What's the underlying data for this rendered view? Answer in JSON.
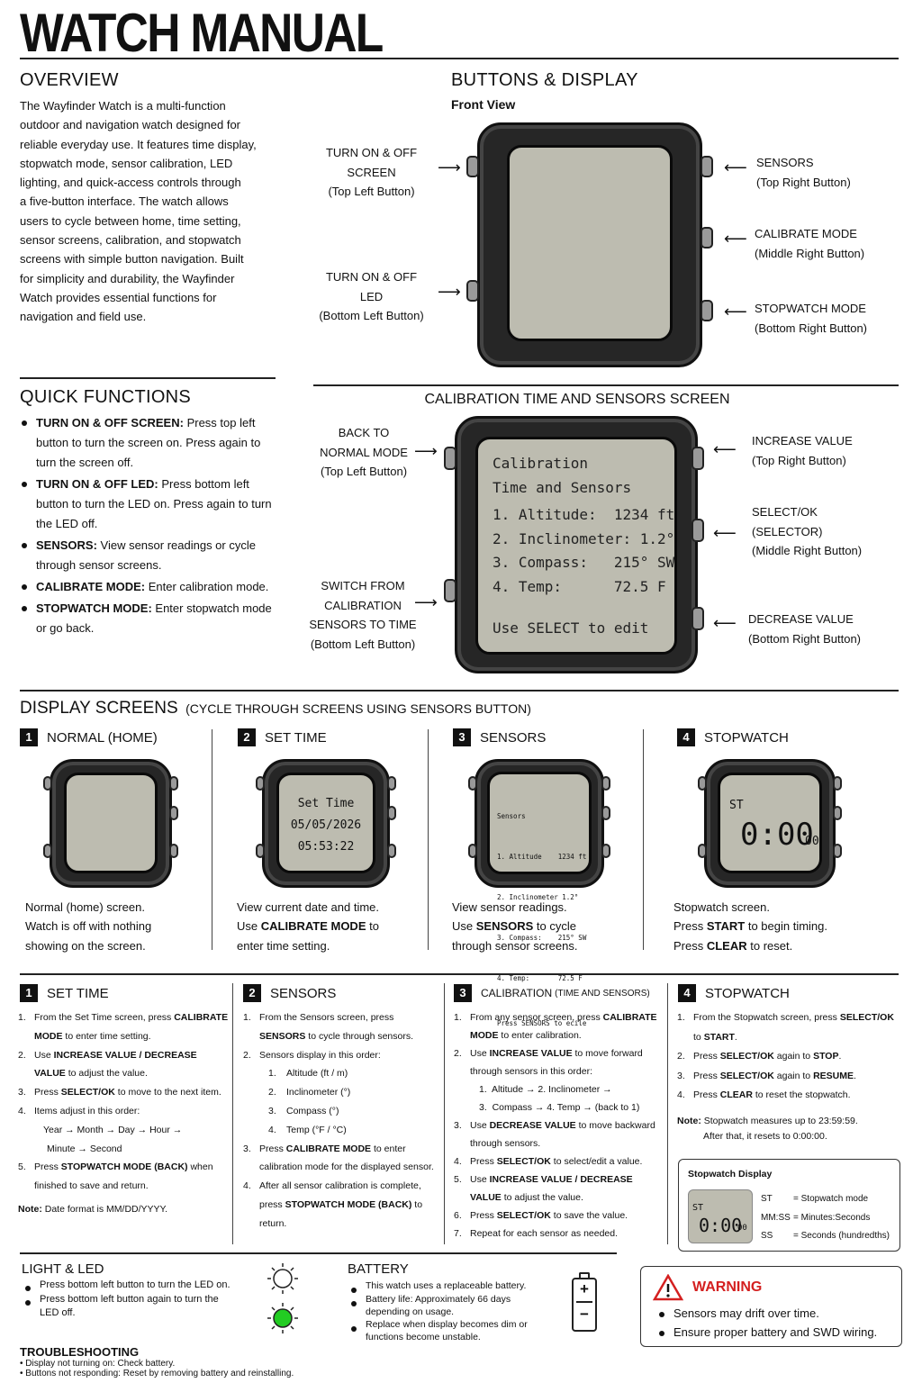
{
  "title": "WATCH MANUAL",
  "overview": {
    "heading": "OVERVIEW",
    "lines": [
      "The Wayfinder Watch is a multi-function",
      "outdoor and navigation watch designed for",
      "reliable everyday use. It features time display,",
      "stopwatch mode, sensor calibration, LED",
      "lighting, and quick-access controls through",
      "a five-button interface. The watch allows",
      "users to cycle between home, time setting,",
      "sensor screens, calibration, and stopwatch",
      "screens with simple button navigation. Built",
      "for simplicity and durability, the Wayfinder",
      "Watch provides essential functions for",
      "navigation and field use."
    ]
  },
  "buttons_display": {
    "heading": "BUTTONS & DISPLAY",
    "subheading": "Front View",
    "left": [
      {
        "lines": [
          "TURN ON & OFF",
          "SCREEN",
          "(Top Left Button)"
        ]
      },
      {
        "lines": [
          "TURN ON & OFF",
          "LED",
          "(Bottom Left Button)"
        ]
      }
    ],
    "right": [
      {
        "lines": [
          "SENSORS",
          "(Top Right Button)"
        ]
      },
      {
        "lines": [
          "CALIBRATE MODE",
          "(Middle Right Button)"
        ]
      },
      {
        "lines": [
          "STOPWATCH MODE",
          "(Bottom Right Button)"
        ]
      }
    ]
  },
  "quick": {
    "heading": "QUICK FUNCTIONS",
    "items": [
      {
        "bold": "TURN ON & OFF SCREEN:",
        "text": " Press top left button to turn the screen on. Press again to turn the screen off."
      },
      {
        "bold": "TURN ON & OFF LED:",
        "text": " Press bottom left button to turn the LED on. Press again to turn the LED off."
      },
      {
        "bold": "SENSORS:",
        "text": " View sensor readings or cycle through sensor screens."
      },
      {
        "bold": "CALIBRATE MODE:",
        "text": " Enter calibration mode."
      },
      {
        "bold": "STOPWATCH MODE:",
        "text": " Enter stopwatch mode or go back."
      }
    ]
  },
  "calib": {
    "heading": "CALIBRATION TIME AND SENSORS SCREEN",
    "screen": {
      "line1": "Calibration",
      "line2": "Time and Sensors",
      "row1": "1. Altitude:  1234 ft",
      "row2": "2. Inclinometer: 1.2°",
      "row3": "3. Compass:   215° SW",
      "row4": "4. Temp:      72.5 F",
      "footer": "Use SELECT to edit"
    },
    "left": [
      {
        "lines": [
          "BACK TO",
          "NORMAL MODE",
          "(Top Left Button)"
        ]
      },
      {
        "lines": [
          "SWITCH FROM",
          "CALIBRATION",
          "SENSORS TO TIME",
          "(Bottom Left Button)"
        ]
      }
    ],
    "right": [
      {
        "lines": [
          "INCREASE VALUE",
          "(Top Right Button)"
        ]
      },
      {
        "lines": [
          "SELECT/OK",
          "(SELECTOR)",
          "(Middle Right Button)"
        ]
      },
      {
        "lines": [
          "DECREASE VALUE",
          "(Bottom Right Button)"
        ]
      }
    ]
  },
  "screens": {
    "heading": "DISPLAY SCREENS",
    "heading_note": "(CYCLE THROUGH SCREENS USING SENSORS BUTTON)",
    "items": [
      {
        "num": "1",
        "title": "NORMAL (HOME)",
        "desc": [
          "Normal (home) screen.",
          "Watch is off with nothing",
          "showing on the screen."
        ]
      },
      {
        "num": "2",
        "title": "SET TIME",
        "screen": [
          "Set Time",
          "05/05/2026",
          "05:53:22"
        ],
        "desc_html": [
          "View current date and time.",
          "Use |CALIBRATE MODE| to",
          "enter time setting."
        ]
      },
      {
        "num": "3",
        "title": "SENSORS",
        "screen": [
          "Sensors",
          "1. Altitude    1234 ft",
          "2. Inclinometer 1.2°",
          "3. Compass:    215° SW",
          "4. Temp:       72.5 F",
          "Press SENSORS to ecile"
        ],
        "desc_html": [
          "View sensor readings.",
          "Use |SENSORS| to cycle",
          "through sensor screens."
        ]
      },
      {
        "num": "4",
        "title": "STOPWATCH",
        "screen": [
          "ST",
          "0:00",
          "00"
        ],
        "desc_html": [
          "Stopwatch screen.",
          "Press |START| to begin timing.",
          "Press |CLEAR| to reset."
        ]
      }
    ]
  },
  "instr": {
    "set_time": {
      "num": "1",
      "title": "SET TIME",
      "steps": [
        "From the Set Time screen, press |CALIBRATE MODE| to enter time setting.",
        "Use |INCREASE VALUE / DECREASE VALUE| to adjust the value.",
        "Press |SELECT/OK| to move to the next item.",
        "Items adjust in this order:",
        "Press |STOPWATCH MODE (BACK)| when finished to save and return."
      ],
      "order1": "Year → Month → Day → Hour →",
      "order2": "Minute → Second",
      "note_label": "Note:",
      "note": " Date format is MM/DD/YYYY."
    },
    "sensors": {
      "num": "2",
      "title": "SENSORS",
      "steps": [
        "From the Sensors screen, press |SENSORS| to cycle through sensors.",
        "Sensors display in this order:",
        "Press |CALIBRATE MODE| to enter calibration mode for the displayed sensor.",
        "After all sensor calibration is complete, press |STOPWATCH MODE (BACK)| to return."
      ],
      "sub": [
        "Altitude (ft / m)",
        "Inclinometer (°)",
        "Compass (°)",
        "Temp (°F / °C)"
      ]
    },
    "calibration": {
      "num": "3",
      "title": "CALIBRATION",
      "title_note": "(TIME AND SENSORS)",
      "steps": [
        "From any sensor screen, press |CALIBRATE MODE| to enter calibration.",
        "Use |INCREASE VALUE| to move forward through sensors in this order:",
        "Use |DECREASE VALUE| to move backward through sensors.",
        "Press |SELECT/OK| to select/edit a value.",
        "Use |INCREASE VALUE / DECREASE VALUE| to adjust the value.",
        "Press |SELECT/OK| to save the value.",
        "Repeat for each sensor as needed."
      ],
      "sub1": "1.  Altitude → 2. Inclinometer →",
      "sub2": "3.  Compass → 4. Temp → (back to 1)"
    },
    "stopwatch": {
      "num": "4",
      "title": "STOPWATCH",
      "steps": [
        "From the Stopwatch screen, press |SELECT/OK| to |START|.",
        "Press |SELECT/OK| again to |STOP|.",
        "Press |SELECT/OK| again to |RESUME|.",
        "Press |CLEAR| to reset the stopwatch."
      ],
      "note_label": "Note:",
      "note1": " Stopwatch measures up to 23:59:59.",
      "note2": "After that, it resets to 0:00:00.",
      "display_title": "Stopwatch Display",
      "display_st": "ST",
      "display_time": "0:00",
      "display_hs": "00",
      "legend": [
        {
          "k": "ST",
          "v": "= Stopwatch mode"
        },
        {
          "k": "MM:SS",
          "v": "= Minutes:Seconds"
        },
        {
          "k": "SS",
          "v": "= Seconds (hundredths)"
        }
      ]
    }
  },
  "light": {
    "heading": "LIGHT & LED",
    "items": [
      "Press bottom left button to turn the LED on.",
      "Press bottom left button again to turn the LED off."
    ],
    "on_color": "#22cc22"
  },
  "battery": {
    "heading": "BATTERY",
    "items": [
      "This watch uses a replaceable battery.",
      "Battery life: Approximately 66 days depending on usage.",
      "Replace when display becomes dim or functions become unstable."
    ],
    "plus": "+",
    "minus": "−"
  },
  "warning": {
    "heading": "WARNING",
    "color": "#d42020",
    "items": [
      "Sensors may drift over time.",
      "Ensure proper battery and SWD wiring."
    ]
  },
  "trouble": {
    "heading": "TROUBLESHOOTING",
    "items": [
      "Display not turning on: Check battery.",
      "Buttons not responding: Reset by removing battery and reinstalling."
    ]
  }
}
